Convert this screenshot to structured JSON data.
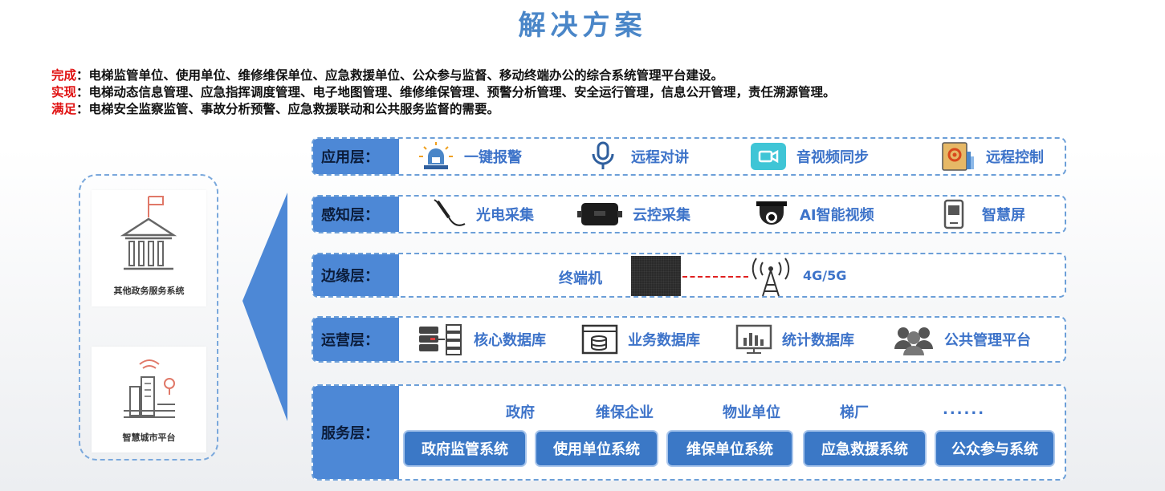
{
  "title": "解决方案",
  "intro": [
    {
      "key": "完成",
      "text": "：电梯监管单位、使用单位、维修维保单位、应急救援单位、公众参与监督、移动终端办公的综合系统管理平台建设。"
    },
    {
      "key": "实现",
      "text": "：电梯动态信息管理、应急指挥调度管理、电子地图管理、维修维保管理、预警分析管理、安全运行管理，信息公开管理，责任溯源管理。"
    },
    {
      "key": "满足",
      "text": "：电梯安全监察监管、事故分析预警、应急救援联动和公共服务监督的需要。"
    }
  ],
  "left_panel": {
    "cards": [
      {
        "label": "其他政务服务系统",
        "icon": "government-building-icon"
      },
      {
        "label": "智慧城市平台",
        "icon": "smart-city-icon"
      }
    ]
  },
  "layers": {
    "app": {
      "label": "应用层：",
      "items": [
        {
          "label": "一键报警",
          "icon": "alarm-light-icon"
        },
        {
          "label": "远程对讲",
          "icon": "microphone-icon"
        },
        {
          "label": "音视频同步",
          "icon": "video-camera-icon"
        },
        {
          "label": "远程控制",
          "icon": "remote-control-icon"
        }
      ]
    },
    "perception": {
      "label": "感知层：",
      "items": [
        {
          "label": "光电采集",
          "icon": "photoelectric-sensor-icon"
        },
        {
          "label": "云控采集",
          "icon": "cloud-control-box-icon"
        },
        {
          "label": "AI智能视频",
          "icon": "dome-camera-icon"
        },
        {
          "label": "智慧屏",
          "icon": "smart-screen-icon"
        }
      ]
    },
    "edge": {
      "label": "边缘层：",
      "terminal": "终端机",
      "network": "4G/5G",
      "icon": "signal-tower-icon"
    },
    "operation": {
      "label": "运营层：",
      "items": [
        {
          "label": "核心数据库",
          "icon": "core-database-icon"
        },
        {
          "label": "业务数据库",
          "icon": "business-database-icon"
        },
        {
          "label": "统计数据库",
          "icon": "statistics-chart-icon"
        },
        {
          "label": "公共管理平台",
          "icon": "users-group-icon"
        }
      ]
    },
    "service": {
      "label": "服务层：",
      "subjects": [
        "政府",
        "维保企业",
        "物业单位",
        "梯厂",
        "......"
      ],
      "systems": [
        "政府监管系统",
        "使用单位系统",
        "维保单位系统",
        "应急救援系统",
        "公众参与系统"
      ]
    }
  },
  "colors": {
    "title": "#4a86c8",
    "accent": "#4d88d6",
    "highlight": "#e01010",
    "item_text": "#3d73c9"
  }
}
